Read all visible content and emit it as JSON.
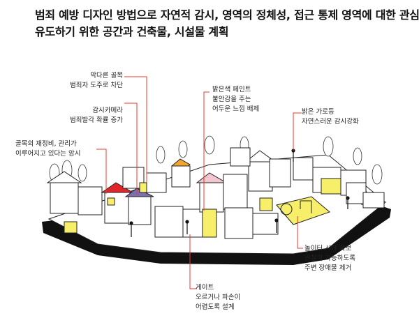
{
  "title": {
    "line1": "범죄 예방 디자인 방법으로 자연적 감시, 영역의 정체성, 접근 통제 영역에 대한 관심을",
    "line2": "유도하기 위한 공간과 건축물, 시설물 계획"
  },
  "annotations": {
    "dead_end": [
      "막다른 골목",
      "범죄자 도주로 차단"
    ],
    "cctv": [
      "감시카메라",
      "범죄발각 확률 증가"
    ],
    "alley": [
      "골목의 재정비, 관리가",
      "이루어지고 있다는 암시"
    ],
    "paint": [
      "밝은색 페인트",
      "불안감을 주는",
      "어두운 느낌 배제"
    ],
    "streetlight": [
      "밝은 가로등",
      "자연스러운 감시강화"
    ],
    "playground": [
      "놀이터 시야 확보",
      "관찰이 가능하도록",
      "주변 장애물 제거"
    ],
    "gate": [
      "게이트",
      "오르거나 파손이",
      "어렵도록 설계"
    ]
  },
  "colors": {
    "leader_line": "#e8382b",
    "highlight_yellow": "#f7ef6a",
    "roof_red": "#e0262b",
    "roof_purple": "#7b6fb0",
    "roof_orange": "#f0a530",
    "roof_pink": "#f4c6cf",
    "base": "#111111"
  }
}
